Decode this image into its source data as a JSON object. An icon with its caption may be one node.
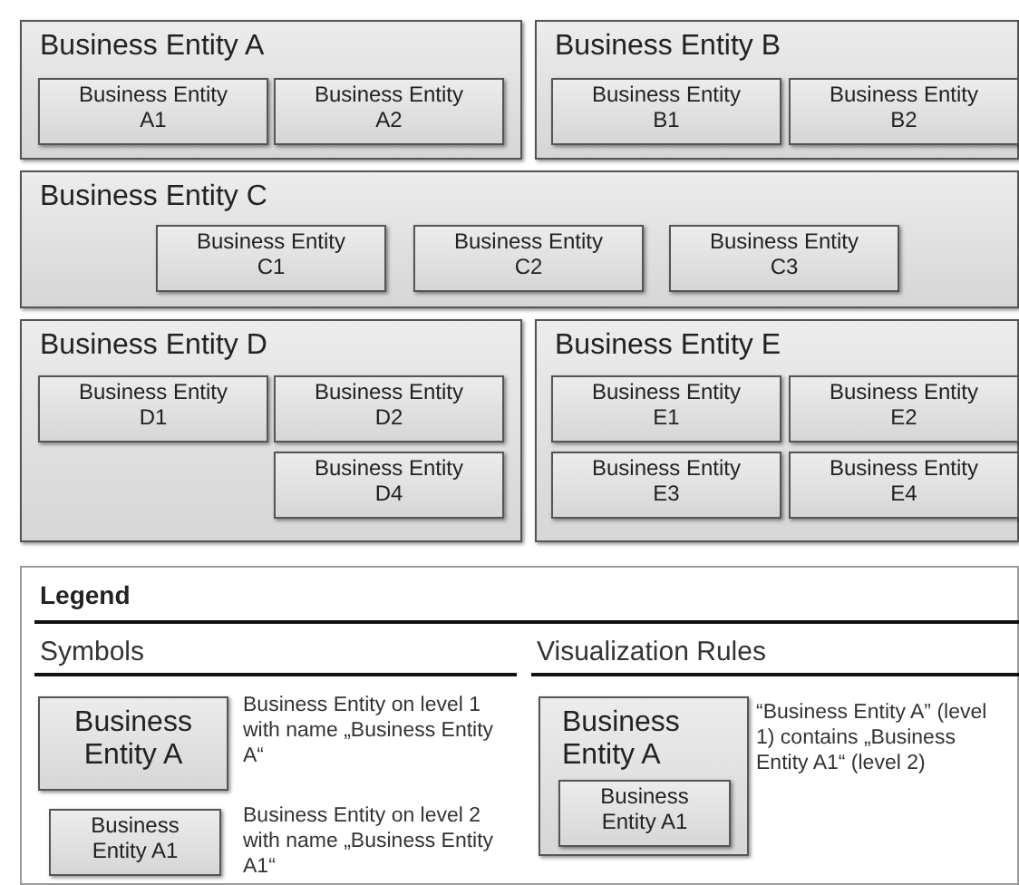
{
  "diagram": {
    "nodes": [
      {
        "text": [
          "Business Entity A"
        ]
      },
      {
        "text": [
          "Business Entity A1"
        ],
        "in": 0
      },
      {
        "text": [
          "Business Entity A2"
        ],
        "in": 0
      },
      {
        "text": [
          "Business Entity B"
        ]
      },
      {
        "text": [
          "Business Entity B1"
        ],
        "in": 3
      },
      {
        "text": [
          "Business Entity B2"
        ],
        "in": 3
      },
      {
        "text": [
          "Business Entity C"
        ]
      },
      {
        "text": [
          "Business Entity C1"
        ],
        "in": 6
      },
      {
        "text": [
          "Business Entity C2"
        ],
        "in": 6
      },
      {
        "text": [
          "Business Entity C3"
        ],
        "in": 6
      },
      {
        "text": [
          "Business Entity D"
        ]
      },
      {
        "text": [
          "Business Entity D1"
        ],
        "in": 10
      },
      {
        "text": [
          "Business Entity D2"
        ],
        "in": 10
      },
      {
        "text": [
          "Business Entity D4"
        ],
        "in": 10
      },
      {
        "text": [
          "Business Entity E"
        ]
      },
      {
        "text": [
          "Business Entity E1"
        ],
        "in": 14
      },
      {
        "text": [
          "Business Entity E2"
        ],
        "in": 14
      },
      {
        "text": [
          "Business Entity E3"
        ],
        "in": 14
      },
      {
        "text": [
          "Business Entity E4"
        ],
        "in": 14
      },
      {
        "text": [
          "Legend"
        ]
      },
      {
        "text": [
          "Business Entity A"
        ],
        "in": 19,
        "beside": [
          "Business Entity on level 1 with name „Business Entity A“"
        ]
      },
      {
        "text": [
          "Business Entity A1"
        ],
        "in": 19,
        "beside": [
          "Business Entity on level 2 with name „Business Entity A1“"
        ]
      },
      {
        "text": [
          "Business Entity A"
        ],
        "in": 19,
        "beside": [
          "“Business Entity A” (level 1) contains „Business Entity A1“ (level 2)"
        ]
      },
      {
        "text": [
          "Business Entity A1"
        ],
        "in": 22
      }
    ],
    "labels": [
      "Symbols",
      "Visualization Rules"
    ]
  }
}
